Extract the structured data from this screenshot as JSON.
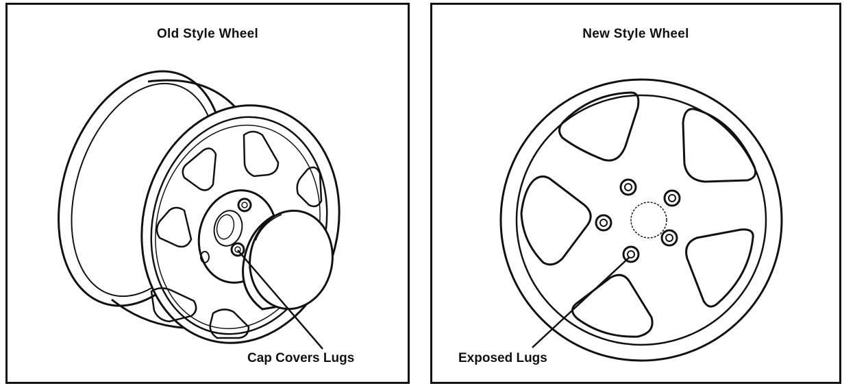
{
  "panels": {
    "left": {
      "title": "Old Style Wheel",
      "callout": "Cap  Covers Lugs"
    },
    "right": {
      "title": "New Style Wheel",
      "callout": "Exposed Lugs"
    }
  },
  "colors": {
    "ink": "#111111",
    "paper": "#ffffff"
  }
}
